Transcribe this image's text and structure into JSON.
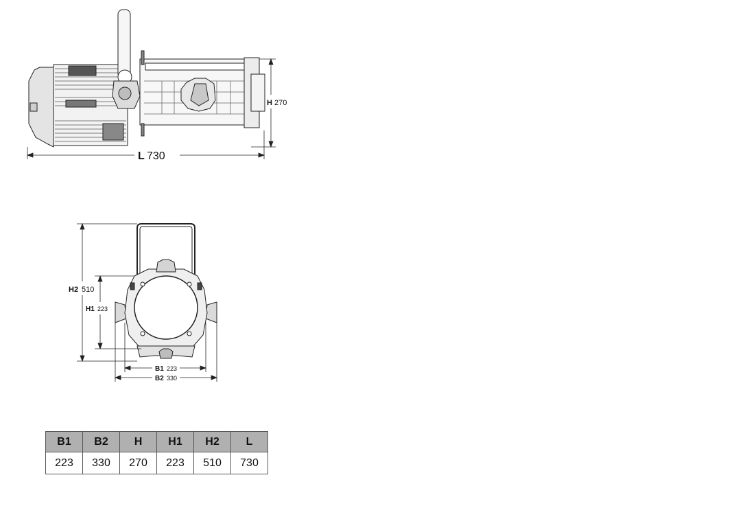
{
  "side_view": {
    "length_label": "L",
    "length_value": "730",
    "height_label": "H",
    "height_value": "270"
  },
  "front_view": {
    "h2_label": "H2",
    "h2_value": "510",
    "h1_label": "H1",
    "h1_value": "223",
    "b1_label": "B1",
    "b1_value": "223",
    "b2_label": "B2",
    "b2_value": "330"
  },
  "dimension_table": {
    "headers": [
      "B1",
      "B2",
      "H",
      "H1",
      "H2",
      "L"
    ],
    "values": [
      "223",
      "330",
      "270",
      "223",
      "510",
      "730"
    ]
  }
}
